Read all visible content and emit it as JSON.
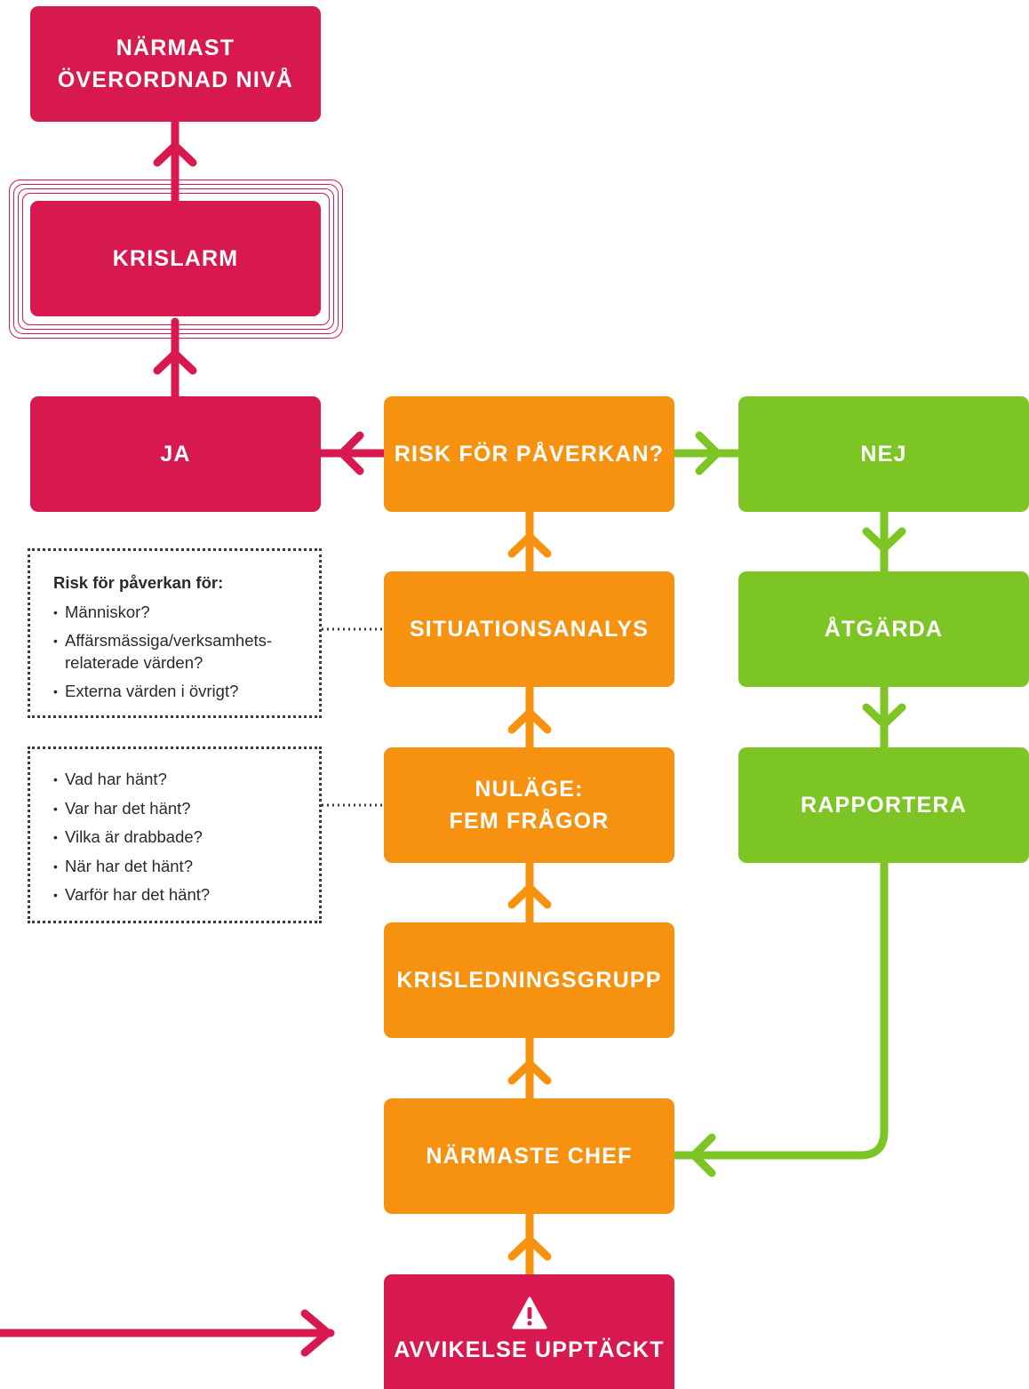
{
  "colors": {
    "red": "#d8194f",
    "orange": "#f6920f",
    "green": "#7cc524"
  },
  "boxes": {
    "narmast_overordnad": {
      "line1": "NÄRMAST",
      "line2": "ÖVERORDNAD NIVÅ"
    },
    "krislarm": "KRISLARM",
    "ja": "JA",
    "risk": "RISK FÖR PÅVERKAN?",
    "nej": "NEJ",
    "situationsanalys": "SITUATIONSANALYS",
    "atgarda": "ÅTGÄRDA",
    "nulage": {
      "line1": "NULÄGE:",
      "line2": "FEM FRÅGOR"
    },
    "rapportera": "RAPPORTERA",
    "krisledningsgrupp": "KRISLEDNINGSGRUPP",
    "narmaste_chef": "NÄRMASTE CHEF",
    "avvikelse": "AVVIKELSE UPPTÄCKT",
    "avvikelse_icon": "warning-triangle-icon"
  },
  "notes": {
    "risk": {
      "heading": "Risk för påverkan för:",
      "items": [
        "Människor?",
        "Affärsmässiga/verksamhets-",
        "relaterade värden?",
        "Externa värden i övrigt?"
      ]
    },
    "questions": {
      "items": [
        "Vad har hänt?",
        "Var har det hänt?",
        "Vilka är drabbade?",
        "När har det hänt?",
        "Varför har det hänt?"
      ]
    }
  }
}
